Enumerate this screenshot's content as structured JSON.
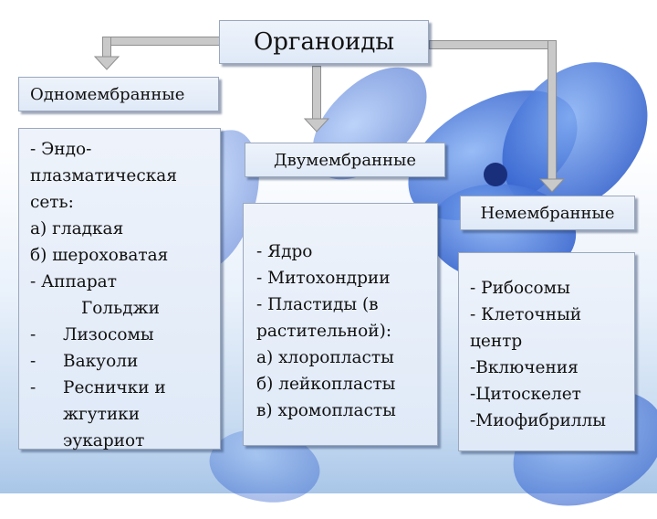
{
  "title": "Органоиды",
  "categories": {
    "single": {
      "label": "Одномембранные",
      "items": [
        {
          "text": "- Эндо-"
        },
        {
          "text": "плазматическая"
        },
        {
          "text": "сеть:"
        },
        {
          "text": "а) гладкая"
        },
        {
          "text": "б) шероховатая"
        },
        {
          "text": "- Аппарат"
        },
        {
          "text": "Гольджи"
        },
        {
          "dash": "-",
          "text": "Лизосомы"
        },
        {
          "dash": "-",
          "text": "Вакуоли"
        },
        {
          "dash": "-",
          "text": "Реснички и"
        },
        {
          "text": "жгутики"
        },
        {
          "text": "эукариот"
        }
      ]
    },
    "double": {
      "label": "Двумембранные",
      "items": [
        "- Ядро",
        "- Митохондрии",
        "- Пластиды (в",
        "растительной):",
        "а) хлоропласты",
        "б) лейкопласты",
        "в) хромопласты"
      ]
    },
    "none": {
      "label": "Немембранные",
      "items": [
        "- Рибосомы",
        "- Клеточный",
        "центр",
        "-Включения",
        "-Цитоскелет",
        "-Миофибриллы"
      ]
    }
  },
  "colors": {
    "box_fill": "#e4ecf8",
    "box_border": "#9aa8bd",
    "arrow": "#c9c9c9",
    "flower": "#2f5fcd"
  }
}
